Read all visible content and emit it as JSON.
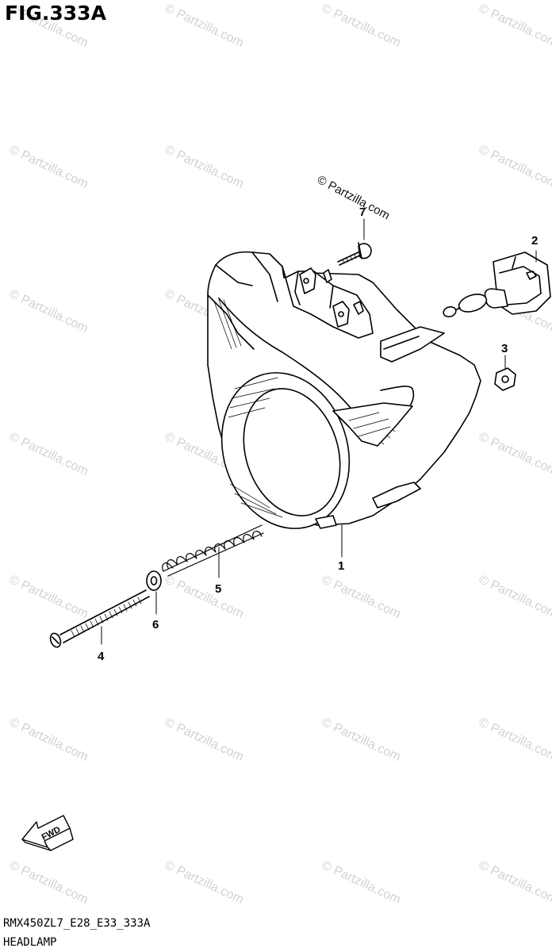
{
  "figure": {
    "title": "FIG.333A",
    "code": "RMX450ZL7_E28_E33_333A",
    "name": "HEADLAMP"
  },
  "watermark": {
    "main": "© Partzilla.com",
    "repeat": "© Partzilla.com"
  },
  "callouts": [
    {
      "id": "1",
      "label": "1"
    },
    {
      "id": "2",
      "label": "2"
    },
    {
      "id": "3",
      "label": "3"
    },
    {
      "id": "4",
      "label": "4"
    },
    {
      "id": "5",
      "label": "5"
    },
    {
      "id": "6",
      "label": "6"
    },
    {
      "id": "7",
      "label": "7"
    }
  ],
  "fwd_arrow": {
    "label": "FWD"
  }
}
